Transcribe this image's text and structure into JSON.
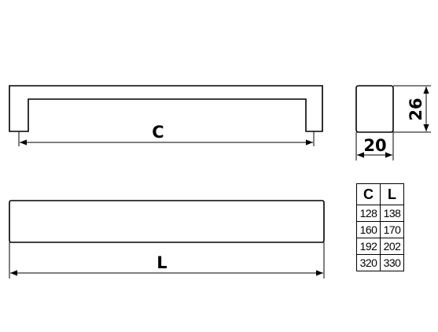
{
  "labels": {
    "center_distance": "C",
    "length": "L",
    "width": "20",
    "height": "26"
  },
  "table": {
    "headers": [
      "C",
      "L"
    ],
    "rows": [
      [
        "128",
        "138"
      ],
      [
        "160",
        "170"
      ],
      [
        "192",
        "202"
      ],
      [
        "320",
        "330"
      ]
    ]
  }
}
